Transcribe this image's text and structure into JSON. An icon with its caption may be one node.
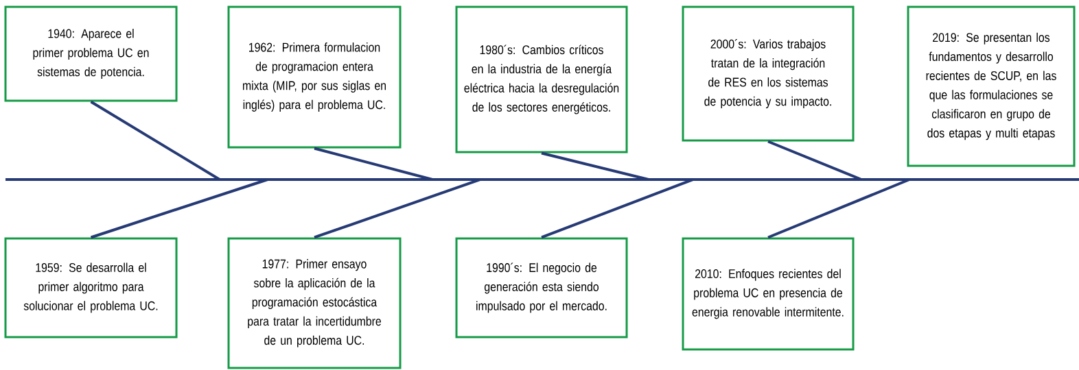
{
  "diagram": {
    "nodes": [
      {
        "text": [
          "1940: Aparece el primer problema UC en sistemas de potencia."
        ]
      },
      {
        "text": [
          "1959: Se desarrolla el primer algoritmo para solucionar el problema UC."
        ]
      },
      {
        "text": [
          "1962: Primera formulacion de programacion entera mixta (MIP, por sus siglas en inglés) para el problema UC."
        ]
      },
      {
        "text": [
          "1977: Primer ensayo sobre la aplicación de la programación estocástica para tratar la incertidumbre de un problema UC."
        ]
      },
      {
        "text": [
          "1980´s: Cambios críticos en la industria de la energía eléctrica hacia la desregulación de los sectores energéticos."
        ]
      },
      {
        "text": [
          "1990´s: El negocio de generación esta siendo impulsado por el mercado."
        ]
      },
      {
        "text": [
          "2000´s: Varios trabajos tratan de la integración de RES en los sistemas de potencia y su impacto."
        ]
      },
      {
        "text": [
          "2010: Enfoques recientes del problema UC en presencia de energia renovable intermitente."
        ]
      },
      {
        "text": [
          "2019: Se presentan los fundamentos y desarrollo recientes de SCUP, en las que las formulaciones se clasificaron en grupo de dos etapas y multi etapas"
        ]
      }
    ],
    "edges": [
      {
        "from": 0,
        "to": null,
        "arrow": "none"
      },
      {
        "from": 1,
        "to": null,
        "arrow": "none"
      },
      {
        "from": 2,
        "to": null,
        "arrow": "none"
      },
      {
        "from": 3,
        "to": null,
        "arrow": "none"
      },
      {
        "from": 4,
        "to": null,
        "arrow": "none"
      },
      {
        "from": 5,
        "to": null,
        "arrow": "none"
      },
      {
        "from": 6,
        "to": null,
        "arrow": "none"
      },
      {
        "from": 7,
        "to": null,
        "arrow": "none"
      }
    ]
  }
}
